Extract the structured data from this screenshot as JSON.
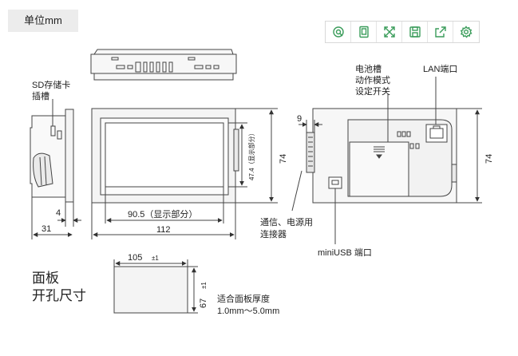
{
  "unit_tab": "单位mm",
  "toolbar": {
    "icons": [
      "zoom-icon",
      "fit-page-icon",
      "fullscreen-icon",
      "save-icon",
      "share-icon",
      "settings-icon"
    ],
    "accent": "#3a9c5a"
  },
  "labels": {
    "sd_slot_line1": "SD存储卡",
    "sd_slot_line2": "插槽",
    "dim_4": "4",
    "dim_31": "31",
    "dim_display": "90.5（显示部分）",
    "dim_112": "112",
    "dim_74_front": "74",
    "dim_display_height": "47.4（显示部分）",
    "battery_line1": "电池槽",
    "battery_line2": "动作模式",
    "battery_line3": "设定开关",
    "lan_port": "LAN端口",
    "dim_9": "9",
    "dim_74_rear": "74",
    "comm_line1": "通信、电源用",
    "comm_line2": "连接器",
    "mini_usb": "miniUSB 端口",
    "panel_line1": "面板",
    "panel_line2": "开孔尺寸",
    "cut_width": "105",
    "cut_width_tol": "±1",
    "cut_height": "67",
    "cut_height_tol": "±1",
    "thickness_line1": "适合面板厚度",
    "thickness_line2": "1.0mm～5.0mm"
  }
}
